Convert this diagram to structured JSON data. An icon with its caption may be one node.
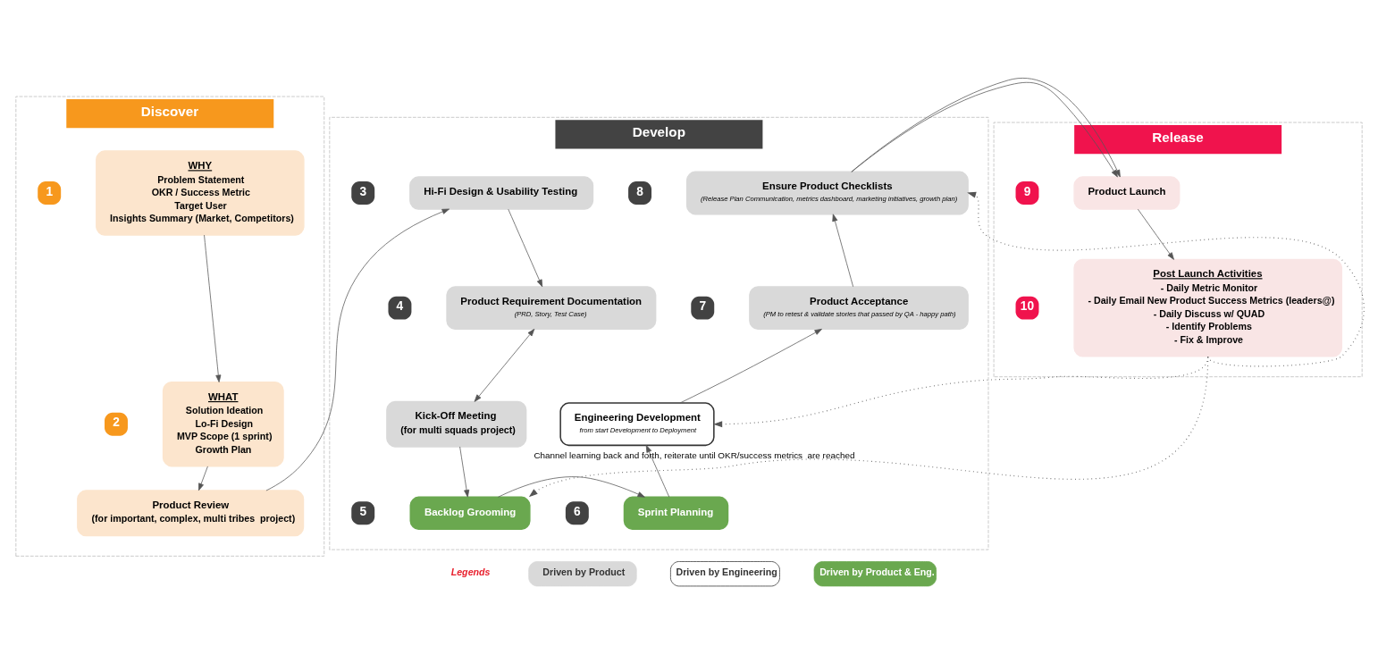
{
  "diagram": {
    "nodes": [
      {
        "text": [
          "Discover"
        ]
      },
      {
        "text": [
          "WHY",
          "Problem Statement",
          "OKR / Success Metric",
          "Target User",
          "Insights Summary (Market, Competitors)"
        ],
        "in": 0,
        "beside": [
          "1"
        ]
      },
      {
        "text": [
          "WHAT",
          "Solution Ideation",
          "Lo-Fi Design",
          "MVP Scope (1 sprint)",
          "Growth Plan"
        ],
        "in": 0,
        "beside": [
          "2"
        ]
      },
      {
        "text": [
          "Product Review",
          "(for important, complex, multi tribes  project)"
        ],
        "in": 0
      },
      {
        "text": [
          "Develop"
        ]
      },
      {
        "text": [
          "Hi-Fi Design & Usability Testing"
        ],
        "in": 4,
        "beside": [
          "3"
        ]
      },
      {
        "text": [
          "Product Requirement Documentation",
          "(PRD, Story, Test Case)"
        ],
        "in": 4,
        "beside": [
          "4"
        ]
      },
      {
        "text": [
          "Kick-Off Meeting",
          "(for multi squads project)"
        ],
        "in": 4
      },
      {
        "text": [
          "Backlog Grooming"
        ],
        "in": 4,
        "beside": [
          "5"
        ]
      },
      {
        "text": [
          "Sprint Planning"
        ],
        "in": 4,
        "beside": [
          "6"
        ]
      },
      {
        "text": [
          "Engineering Development",
          "from start Development to Deployment"
        ],
        "in": 4
      },
      {
        "text": [
          "Product Acceptance",
          "(PM to retest & validate stories that passed by QA - happy path)"
        ],
        "in": 4,
        "beside": [
          "7"
        ]
      },
      {
        "text": [
          "Ensure Product Checklists",
          "(Release Plan Communication, metrics dashboard, marketing initiatives, growth plan)"
        ],
        "in": 4,
        "beside": [
          "8"
        ]
      },
      {
        "text": [
          "Release"
        ]
      },
      {
        "text": [
          "Product Launch"
        ],
        "in": 13,
        "beside": [
          "9"
        ]
      },
      {
        "text": [
          "Post Launch Activities",
          "- Daily Metric Monitor",
          "- Daily Email New Product Success Metrics (leaders@)",
          "- Daily Discuss w/ QUAD",
          "- Identify Problems",
          "- Fix & Improve"
        ],
        "in": 13,
        "beside": [
          "10"
        ]
      }
    ],
    "edges": [
      {
        "from": 1,
        "to": 2,
        "arrow": "to"
      },
      {
        "from": 2,
        "to": 3,
        "arrow": "to"
      },
      {
        "from": 3,
        "to": 5,
        "arrow": "to"
      },
      {
        "from": 5,
        "to": 6,
        "arrow": "to"
      },
      {
        "from": 6,
        "to": 7,
        "arrow": "both"
      },
      {
        "from": 7,
        "to": 8,
        "arrow": "to"
      },
      {
        "from": 8,
        "to": 9,
        "arrow": "to"
      },
      {
        "from": 9,
        "to": 10,
        "arrow": "to"
      },
      {
        "from": 10,
        "to": 11,
        "arrow": "to"
      },
      {
        "from": 11,
        "to": 12,
        "arrow": "to"
      },
      {
        "from": 12,
        "to": 14,
        "arrow": "to"
      },
      {
        "from": 14,
        "to": 15,
        "arrow": "to"
      },
      {
        "from": 15,
        "to": 8,
        "arrow": "to",
        "style": "dashed",
        "label": "Channel learning back and forth, reiterate until OKR/success metrics  are reached"
      },
      {
        "from": 15,
        "to": 10,
        "arrow": "to",
        "style": "dashed"
      },
      {
        "from": 15,
        "to": 12,
        "arrow": "to",
        "style": "dashed"
      }
    ],
    "labels": [
      "Legends"
    ],
    "legend": [
      {
        "text": "Driven by Product",
        "color": "#d9d9d9"
      },
      {
        "text": "Driven by Engineering",
        "color": "#ffffff"
      },
      {
        "text": "Driven by Product & Eng.",
        "color": "#6aa84f"
      }
    ]
  }
}
